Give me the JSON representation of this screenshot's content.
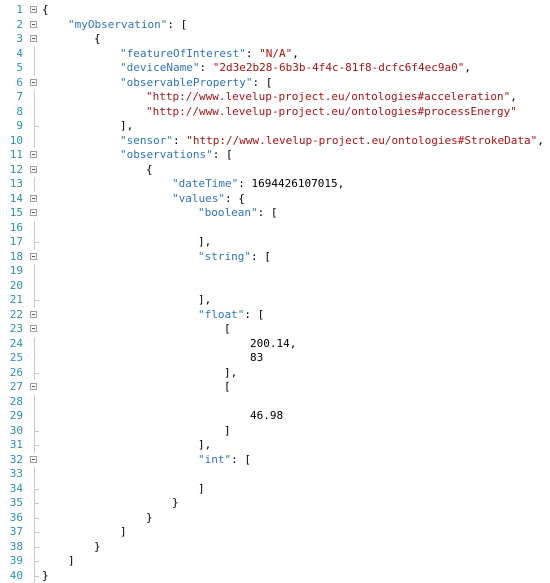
{
  "editor": {
    "lines": [
      {
        "no": "1",
        "fold": "open",
        "indent": 0,
        "tokens": [
          {
            "t": "p",
            "v": "{"
          }
        ]
      },
      {
        "no": "2",
        "fold": "open",
        "indent": 1,
        "tokens": [
          {
            "t": "k",
            "v": "\"myObservation\""
          },
          {
            "t": "p",
            "v": ": ["
          }
        ]
      },
      {
        "no": "3",
        "fold": "open",
        "indent": 2,
        "tokens": [
          {
            "t": "p",
            "v": "{"
          }
        ]
      },
      {
        "no": "4",
        "fold": "line",
        "indent": 3,
        "tokens": [
          {
            "t": "k",
            "v": "\"featureOfInterest\""
          },
          {
            "t": "p",
            "v": ": "
          },
          {
            "t": "s",
            "v": "\"N/A\""
          },
          {
            "t": "p",
            "v": ","
          }
        ]
      },
      {
        "no": "5",
        "fold": "line",
        "indent": 3,
        "tokens": [
          {
            "t": "k",
            "v": "\"deviceName\""
          },
          {
            "t": "p",
            "v": ": "
          },
          {
            "t": "s",
            "v": "\"2d3e2b28-6b3b-4f4c-81f8-dcfc6f4ec9a0\""
          },
          {
            "t": "p",
            "v": ","
          }
        ]
      },
      {
        "no": "6",
        "fold": "open",
        "indent": 3,
        "tokens": [
          {
            "t": "k",
            "v": "\"observableProperty\""
          },
          {
            "t": "p",
            "v": ": ["
          }
        ]
      },
      {
        "no": "7",
        "fold": "line",
        "indent": 4,
        "tokens": [
          {
            "t": "s",
            "v": "\"http://www.levelup-project.eu/ontologies#acceleration\""
          },
          {
            "t": "p",
            "v": ","
          }
        ]
      },
      {
        "no": "8",
        "fold": "line",
        "indent": 4,
        "tokens": [
          {
            "t": "s",
            "v": "\"http://www.levelup-project.eu/ontologies#processEnergy\""
          }
        ]
      },
      {
        "no": "9",
        "fold": "end",
        "indent": 3,
        "tokens": [
          {
            "t": "p",
            "v": "],"
          }
        ]
      },
      {
        "no": "10",
        "fold": "line",
        "indent": 3,
        "tokens": [
          {
            "t": "k",
            "v": "\"sensor\""
          },
          {
            "t": "p",
            "v": ": "
          },
          {
            "t": "s",
            "v": "\"http://www.levelup-project.eu/ontologies#StrokeData\""
          },
          {
            "t": "p",
            "v": ","
          }
        ]
      },
      {
        "no": "11",
        "fold": "open",
        "indent": 3,
        "tokens": [
          {
            "t": "k",
            "v": "\"observations\""
          },
          {
            "t": "p",
            "v": ": ["
          }
        ]
      },
      {
        "no": "12",
        "fold": "open",
        "indent": 4,
        "tokens": [
          {
            "t": "p",
            "v": "{"
          }
        ]
      },
      {
        "no": "13",
        "fold": "line",
        "indent": 5,
        "tokens": [
          {
            "t": "k",
            "v": "\"dateTime\""
          },
          {
            "t": "p",
            "v": ": "
          },
          {
            "t": "n",
            "v": "1694426107015"
          },
          {
            "t": "p",
            "v": ","
          }
        ]
      },
      {
        "no": "14",
        "fold": "open",
        "indent": 5,
        "tokens": [
          {
            "t": "k",
            "v": "\"values\""
          },
          {
            "t": "p",
            "v": ": {"
          }
        ]
      },
      {
        "no": "15",
        "fold": "open",
        "indent": 6,
        "tokens": [
          {
            "t": "k",
            "v": "\"boolean\""
          },
          {
            "t": "p",
            "v": ": ["
          }
        ]
      },
      {
        "no": "16",
        "fold": "line",
        "indent": 6,
        "tokens": []
      },
      {
        "no": "17",
        "fold": "end",
        "indent": 6,
        "tokens": [
          {
            "t": "p",
            "v": "],"
          }
        ]
      },
      {
        "no": "18",
        "fold": "open",
        "indent": 6,
        "tokens": [
          {
            "t": "k",
            "v": "\"string\""
          },
          {
            "t": "p",
            "v": ": ["
          }
        ]
      },
      {
        "no": "19",
        "fold": "line",
        "indent": 6,
        "tokens": []
      },
      {
        "no": "20",
        "fold": "line",
        "indent": 6,
        "tokens": []
      },
      {
        "no": "21",
        "fold": "end",
        "indent": 6,
        "tokens": [
          {
            "t": "p",
            "v": "],"
          }
        ]
      },
      {
        "no": "22",
        "fold": "open",
        "indent": 6,
        "tokens": [
          {
            "t": "k",
            "v": "\"float\""
          },
          {
            "t": "p",
            "v": ": ["
          }
        ]
      },
      {
        "no": "23",
        "fold": "open",
        "indent": 7,
        "tokens": [
          {
            "t": "p",
            "v": "["
          }
        ]
      },
      {
        "no": "24",
        "fold": "line",
        "indent": 8,
        "tokens": [
          {
            "t": "n",
            "v": "200.14"
          },
          {
            "t": "p",
            "v": ","
          }
        ]
      },
      {
        "no": "25",
        "fold": "line",
        "indent": 8,
        "tokens": [
          {
            "t": "n",
            "v": "83"
          }
        ]
      },
      {
        "no": "26",
        "fold": "end",
        "indent": 7,
        "tokens": [
          {
            "t": "p",
            "v": "],"
          }
        ]
      },
      {
        "no": "27",
        "fold": "open",
        "indent": 7,
        "tokens": [
          {
            "t": "p",
            "v": "["
          }
        ]
      },
      {
        "no": "28",
        "fold": "line",
        "indent": 8,
        "tokens": []
      },
      {
        "no": "29",
        "fold": "line",
        "indent": 8,
        "tokens": [
          {
            "t": "n",
            "v": "46.98"
          }
        ]
      },
      {
        "no": "30",
        "fold": "end",
        "indent": 7,
        "tokens": [
          {
            "t": "p",
            "v": "]"
          }
        ]
      },
      {
        "no": "31",
        "fold": "end",
        "indent": 6,
        "tokens": [
          {
            "t": "p",
            "v": "],"
          }
        ]
      },
      {
        "no": "32",
        "fold": "open",
        "indent": 6,
        "tokens": [
          {
            "t": "k",
            "v": "\"int\""
          },
          {
            "t": "p",
            "v": ": ["
          }
        ]
      },
      {
        "no": "33",
        "fold": "line",
        "indent": 6,
        "tokens": []
      },
      {
        "no": "34",
        "fold": "end",
        "indent": 6,
        "tokens": [
          {
            "t": "p",
            "v": "]"
          }
        ]
      },
      {
        "no": "35",
        "fold": "end",
        "indent": 5,
        "tokens": [
          {
            "t": "p",
            "v": "}"
          }
        ]
      },
      {
        "no": "36",
        "fold": "end",
        "indent": 4,
        "tokens": [
          {
            "t": "p",
            "v": "}"
          }
        ]
      },
      {
        "no": "37",
        "fold": "end",
        "indent": 3,
        "tokens": [
          {
            "t": "p",
            "v": "]"
          }
        ]
      },
      {
        "no": "38",
        "fold": "end",
        "indent": 2,
        "tokens": [
          {
            "t": "p",
            "v": "}"
          }
        ]
      },
      {
        "no": "39",
        "fold": "end",
        "indent": 1,
        "tokens": [
          {
            "t": "p",
            "v": "]"
          }
        ]
      },
      {
        "no": "40",
        "fold": "end",
        "indent": 0,
        "tokens": [
          {
            "t": "p",
            "v": "}"
          }
        ]
      }
    ],
    "colors": {
      "line_number": "#2b91af",
      "key": "#2e75b6",
      "string": "#a31515",
      "punctuation": "#000000"
    }
  }
}
